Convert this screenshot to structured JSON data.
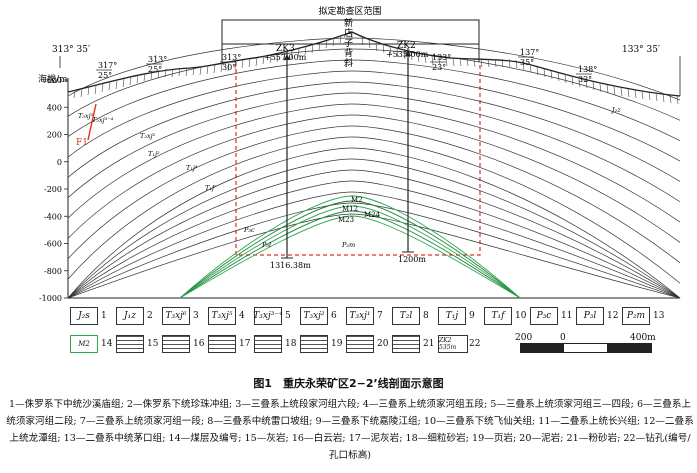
{
  "section": {
    "survey_range_label": "拟定勘查区范围",
    "elevation_label": "海拔/m",
    "y_ticks": [
      {
        "value": 600,
        "label": "600"
      },
      {
        "value": 400,
        "label": "400"
      },
      {
        "value": 200,
        "label": "200"
      },
      {
        "value": 0,
        "label": "0"
      },
      {
        "value": -200,
        "label": "-200"
      },
      {
        "value": -400,
        "label": "-400"
      },
      {
        "value": -600,
        "label": "-600"
      },
      {
        "value": -800,
        "label": "-800"
      },
      {
        "value": -1000,
        "label": "-1000"
      }
    ],
    "anticline_name": [
      "新",
      "店",
      "子",
      "背",
      "斜"
    ],
    "fault_label": "F1",
    "azimuths": [
      {
        "label": "313° 35′"
      },
      {
        "label": "317°",
        "dip": "25°"
      },
      {
        "label": "313°",
        "dip": "25°"
      },
      {
        "label": "313°",
        "dip": "30°"
      },
      {
        "label": "133°",
        "dip": "23°"
      },
      {
        "label": "137°",
        "dip": "35°"
      },
      {
        "label": "138°",
        "dip": "32°"
      },
      {
        "label": "133° 35′"
      }
    ],
    "boreholes": [
      {
        "name": "ZK3",
        "collar": "+557.00m",
        "depth": "1316.38m"
      },
      {
        "name": "ZK2",
        "collar": "+535.00m",
        "depth": "1200m"
      }
    ],
    "seams": [
      "M2",
      "M12",
      "M24",
      "M23"
    ],
    "strata_labels": [
      "T₃xj⁵",
      "T₃xj³⁻⁴",
      "T₃xj²",
      "T₁j²",
      "T₁j⁴",
      "T₁f",
      "P₃c",
      "P₃l",
      "P₂m",
      "J₂z"
    ]
  },
  "legend": {
    "items": [
      {
        "num": "1",
        "code": "J₂s"
      },
      {
        "num": "2",
        "code": "J₁z"
      },
      {
        "num": "3",
        "code": "T₃xj⁶"
      },
      {
        "num": "4",
        "code": "T₃xj⁵"
      },
      {
        "num": "5",
        "code": "T₃xj³⁻⁴"
      },
      {
        "num": "6",
        "code": "T₃xj²"
      },
      {
        "num": "7",
        "code": "T₃xj¹"
      },
      {
        "num": "8",
        "code": "T₂l"
      },
      {
        "num": "9",
        "code": "T₁j"
      },
      {
        "num": "10",
        "code": "T₁f"
      },
      {
        "num": "11",
        "code": "P₃c"
      },
      {
        "num": "12",
        "code": "P₃l"
      },
      {
        "num": "13",
        "code": "P₂m"
      },
      {
        "num": "14",
        "code": "M2"
      },
      {
        "num": "15",
        "code": ""
      },
      {
        "num": "16",
        "code": ""
      },
      {
        "num": "17",
        "code": ""
      },
      {
        "num": "18",
        "code": ""
      },
      {
        "num": "19",
        "code": ""
      },
      {
        "num": "20",
        "code": ""
      },
      {
        "num": "21",
        "code": ""
      },
      {
        "num": "22",
        "code": "ZK2 535m"
      }
    ],
    "scale": [
      "200",
      "0",
      "400m"
    ]
  },
  "caption": "图1　重庆永荣矿区2−2’线剖面示意图",
  "notes": "1—侏罗系下中统沙溪庙组; 2—侏罗系下统珍珠冲组; 3—三叠系上统段家河组六段; 4—三叠系上统须家河组五段; 5—三叠系上统须家河组三—四段; 6—三叠系上统须家河组二段; 7—三叠系上统须家河组一段; 8—三叠系中统雷口坡组; 9—三叠系下统嘉陵江组; 10—三叠系下统飞仙关组; 11—二叠系上统长兴组; 12—二叠系上统龙潭组; 13—二叠系中统茅口组; 14—煤层及编号; 15—灰岩; 16—白云岩; 17—泥灰岩; 18—细粒砂岩; 19—页岩; 20—泥岩; 21—粉砂岩; 22—钻孔(编号/孔口标高)"
}
